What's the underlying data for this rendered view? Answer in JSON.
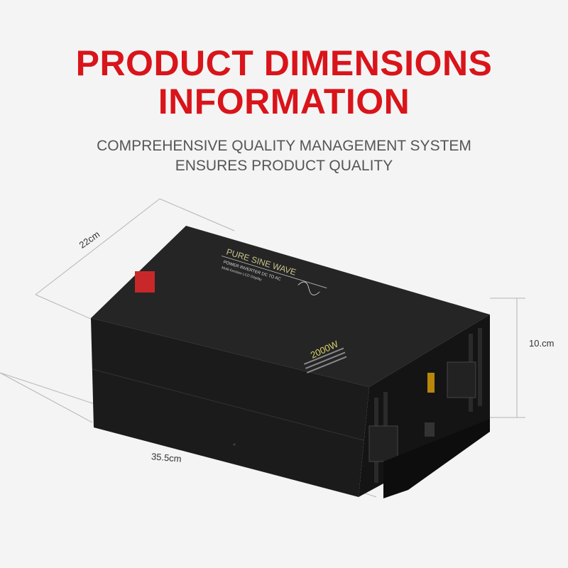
{
  "heading": {
    "line1": "PRODUCT DIMENSIONS",
    "line2": "INFORMATION"
  },
  "subheading": {
    "line1": "COMPREHENSIVE QUALITY MANAGEMENT SYSTEM",
    "line2": "ENSURES PRODUCT QUALITY"
  },
  "dimensions": {
    "width": "22cm",
    "length": "35.5cm",
    "height": "10.cm"
  },
  "product": {
    "label_title": "PURE SINE WAVE",
    "label_line1": "POWER INVERTER    DC TO AC",
    "label_line2": "Multi-function LCD Display",
    "power_rating": "2000W"
  },
  "colors": {
    "accent": "#d9141a",
    "body": "#1e1e1e",
    "terminal": "#c8282a"
  }
}
